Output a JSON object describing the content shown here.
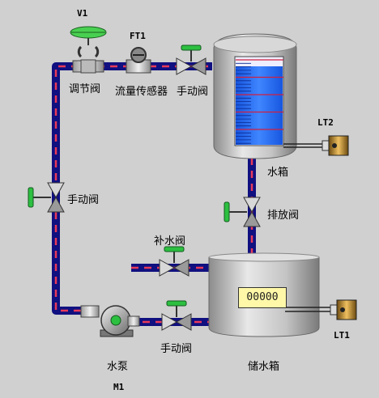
{
  "tags": {
    "v1": "V1",
    "ft1": "FT1",
    "lt2": "LT2",
    "lt1": "LT1",
    "m1": "M1"
  },
  "labels": {
    "regulating_valve": "调节阀",
    "flow_sensor": "流量传感器",
    "top_manual_valve": "手动阀",
    "left_manual_valve": "手动阀",
    "water_tank": "水箱",
    "drain_valve": "排放阀",
    "makeup_valve": "补水阀",
    "pump": "水泵",
    "bottom_manual_valve": "手动阀",
    "storage_tank": "储水箱"
  },
  "display": {
    "storage_level": "00000"
  },
  "colors": {
    "background": "#d0d0d0",
    "pipe": "#101080",
    "flow_dash": "#e83a5a",
    "water": "#1e6bff",
    "valve_handle": "#22c040",
    "tank_metal": "#b8b8b8"
  },
  "icons": {
    "regulating_valve": "butterfly-valve-icon",
    "flow_sensor": "flow-meter-icon",
    "manual_valve": "gate-valve-icon",
    "pump": "centrifugal-pump-icon",
    "level_sensor": "level-transmitter-icon"
  }
}
